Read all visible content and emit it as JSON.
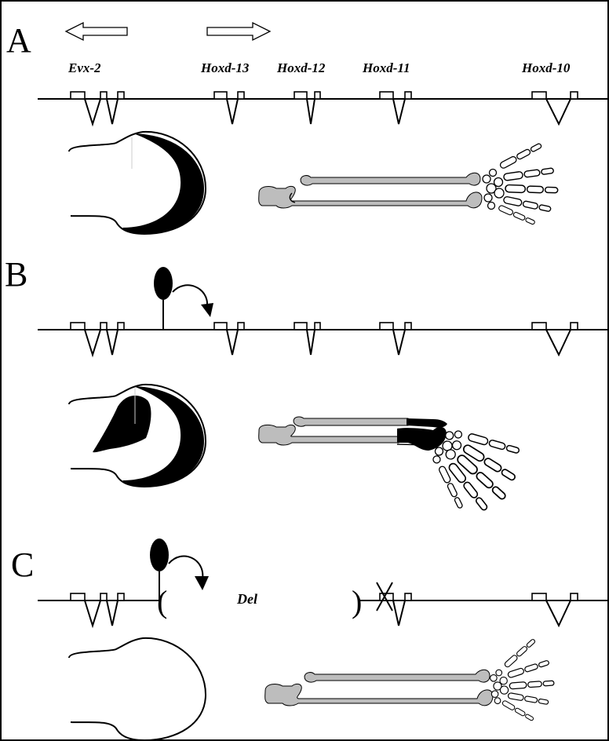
{
  "panels": {
    "a": {
      "letter": "A"
    },
    "b": {
      "letter": "B"
    },
    "c": {
      "letter": "C"
    }
  },
  "genes": {
    "evx2": "Evx-2",
    "hoxd13": "Hoxd-13",
    "hoxd12": "Hoxd-12",
    "hoxd11": "Hoxd-11",
    "hoxd10": "Hoxd-10"
  },
  "deletion": {
    "label": "Del",
    "open": "(",
    "close": ")"
  },
  "colors": {
    "bone": "#bdbdbd",
    "ink": "#000000",
    "background": "#ffffff"
  }
}
